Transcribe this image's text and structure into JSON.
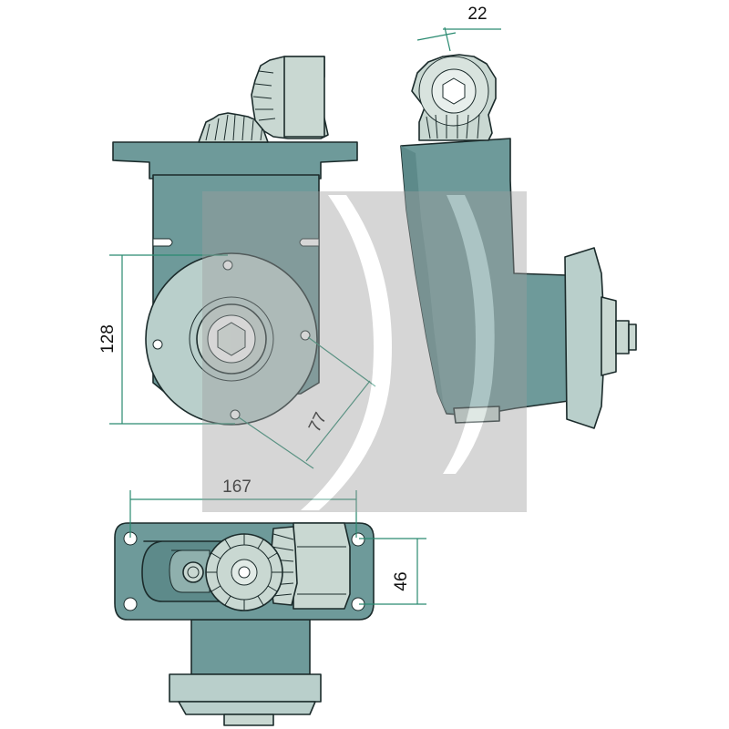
{
  "dimensions": {
    "top_width": "22",
    "bore_height": "128",
    "bolt_radius": "77",
    "base_length": "167",
    "base_width": "46"
  },
  "colors": {
    "housing": "#6e9a9a",
    "housing_dark": "#5d8a8a",
    "flange_light": "#b9cfcb",
    "gear": "#c9d8d2",
    "dimension_line": "#2a8a70",
    "watermark": "#9e9e9e"
  }
}
